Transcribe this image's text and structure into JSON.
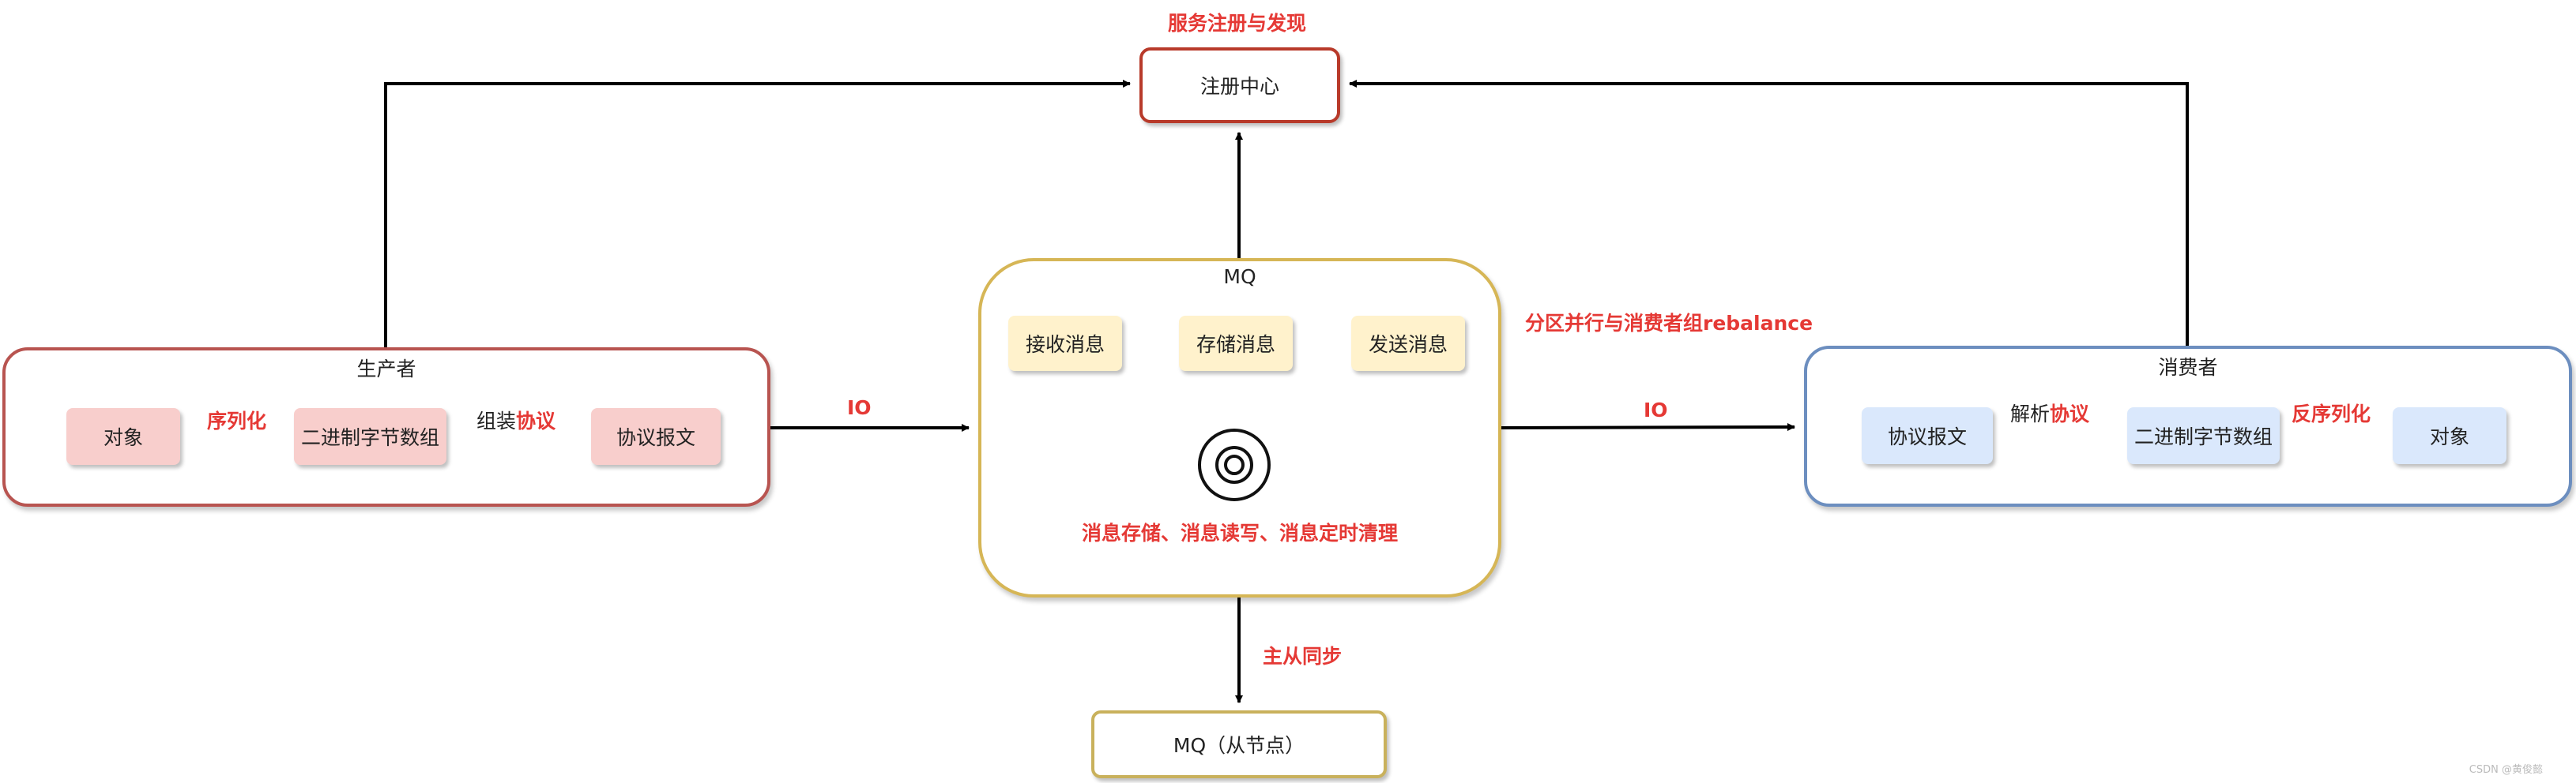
{
  "registry": {
    "label": "注册中心",
    "caption": "服务注册与发现"
  },
  "producer": {
    "title": "生产者",
    "nodes": [
      "对象",
      "二进制字节数组",
      "协议报文"
    ],
    "edge1": "序列化",
    "edge2_prefix": "组装",
    "edge2_highlight": "协议"
  },
  "mq": {
    "title": "MQ",
    "nodes": [
      "接收消息",
      "存储消息",
      "发送消息"
    ],
    "storage_caption": "消息存储、消息读写、消息定时清理"
  },
  "consumer": {
    "title": "消费者",
    "nodes": [
      "协议报文",
      "二进制字节数组",
      "对象"
    ],
    "edge1_prefix": "解析",
    "edge1_highlight": "协议",
    "edge2": "反序列化"
  },
  "links": {
    "io_left": "IO",
    "io_right": "IO",
    "partition": "分区并行与消费者组rebalance",
    "sync": "主从同步"
  },
  "mq_slave": {
    "label": "MQ（从节点）"
  },
  "watermark": "CSDN @黄俊懿",
  "colors": {
    "producer_border": "#b85450",
    "producer_fill": "#f8cecc",
    "mq_border": "#d6b656",
    "mq_fill": "#fff2cc",
    "consumer_border": "#6c8ebf",
    "consumer_fill": "#dae8fc",
    "annotation": "#e53935"
  }
}
